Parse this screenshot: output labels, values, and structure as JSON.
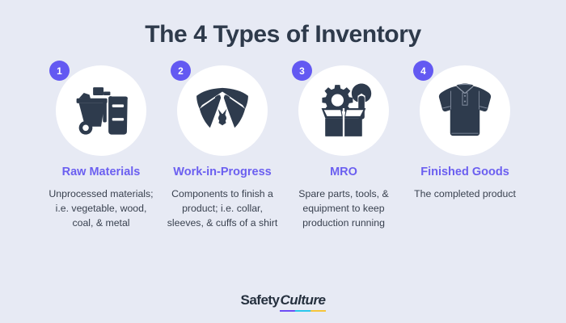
{
  "header": {
    "title": "The 4 Types of Inventory"
  },
  "columns": [
    {
      "badge": "1",
      "icon": "cart-with-materials-icon",
      "heading": "Raw Materials",
      "body": "Unprocessed materials; i.e. vegetable, wood, coal, & metal"
    },
    {
      "badge": "2",
      "icon": "shirt-collar-icon",
      "heading": "Work-in-Progress",
      "body": "Components to finish a product; i.e. collar, sleeves, & cuffs of a shirt"
    },
    {
      "badge": "3",
      "icon": "box-with-gear-and-wrench-icon",
      "heading": "MRO",
      "body": "Spare parts, tools, & equipment to keep production running"
    },
    {
      "badge": "4",
      "icon": "polo-shirt-icon",
      "heading": "Finished Goods",
      "body": "The completed product"
    }
  ],
  "logo": {
    "part1": "Safety",
    "part2": "Culture"
  },
  "colors": {
    "background": "#e7eaf4",
    "title": "#2e3a4b",
    "heading_purple": "#6b5ff0",
    "badge_purple": "#6359f2",
    "body_text": "#39414f",
    "icon_navy": "#2e3b4d",
    "circle_white": "#ffffff",
    "logo_dark": "#26313f",
    "logo_underline_purple": "#6d4cf5",
    "logo_underline_cyan": "#2ac7ec",
    "logo_underline_yellow": "#f6c53b"
  }
}
